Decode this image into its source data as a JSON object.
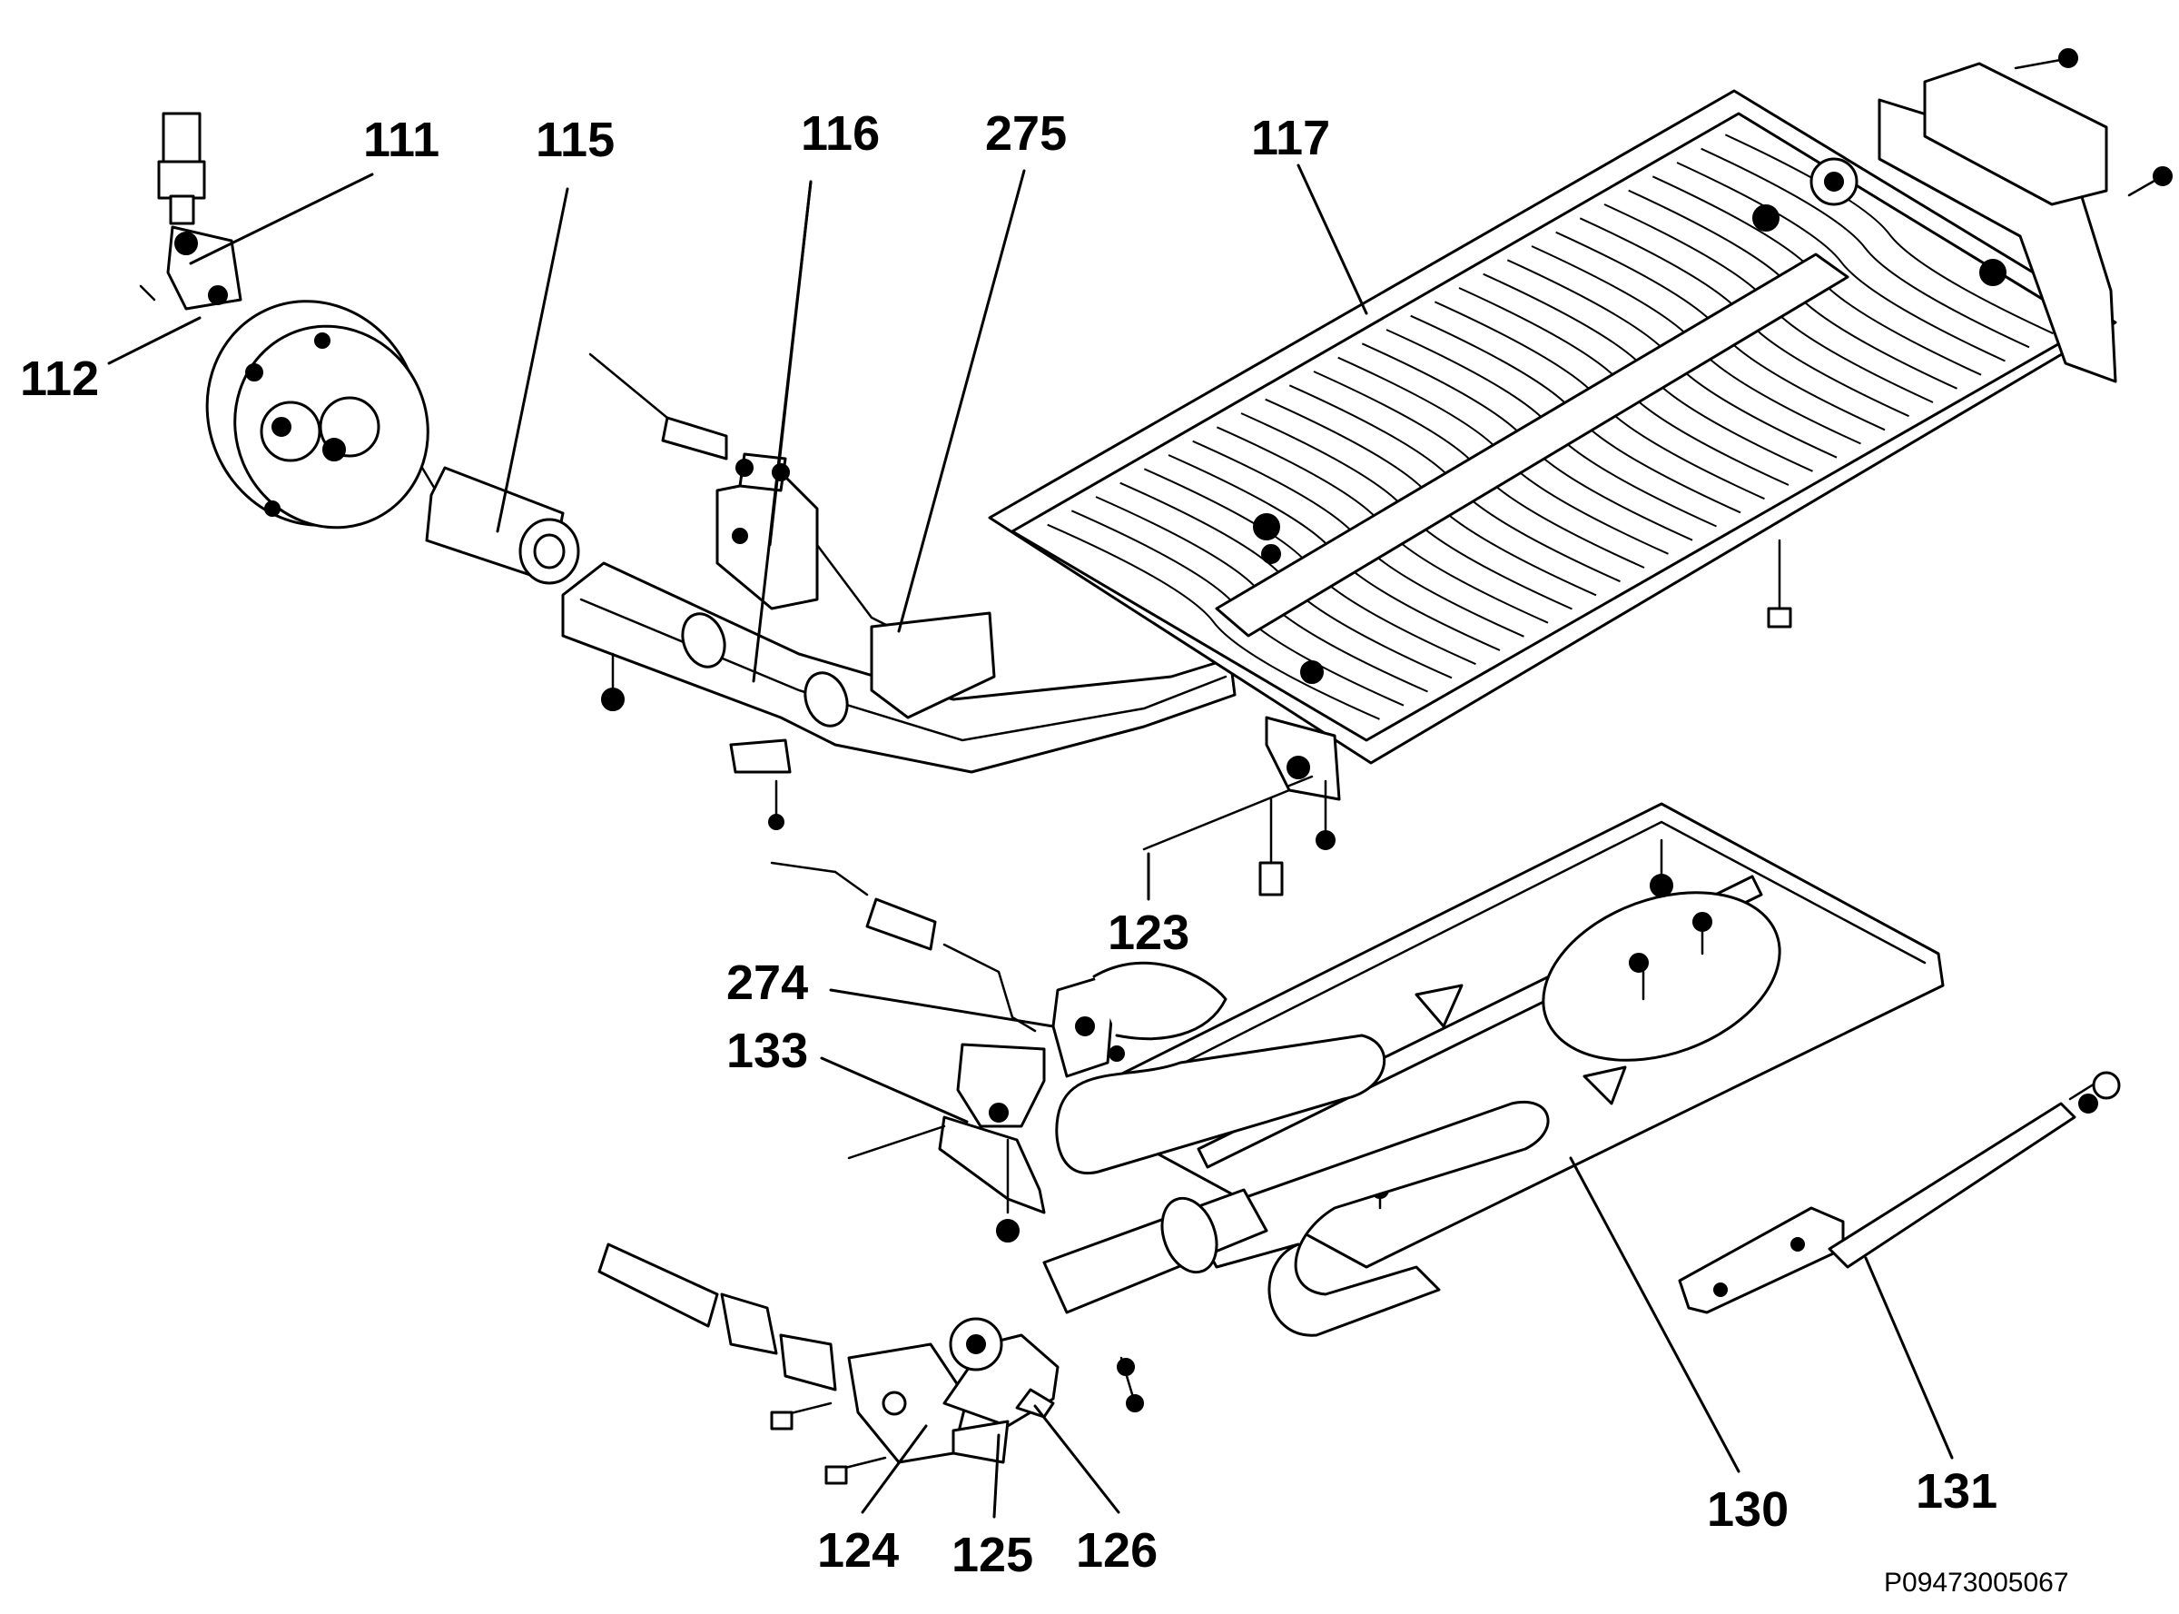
{
  "callouts": {
    "c111": "111",
    "c112": "112",
    "c115": "115",
    "c116": "116",
    "c275": "275",
    "c117": "117",
    "c123": "123",
    "c274": "274",
    "c133": "133",
    "c124": "124",
    "c125": "125",
    "c126": "126",
    "c130": "130",
    "c131": "131"
  },
  "reference_code": "P09473005067",
  "colors": {
    "line": "#000000",
    "background": "#ffffff"
  }
}
